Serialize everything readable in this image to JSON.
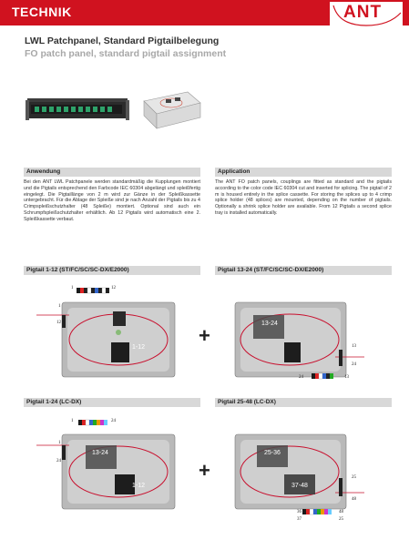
{
  "header": {
    "section_label": "TECHNIK",
    "logo_text": "ANT"
  },
  "titles": {
    "german": "LWL Patchpanel, Standard Pigtailbelegung",
    "english": "FO patch panel, standard pigtail assignment"
  },
  "sections": {
    "anwendung": {
      "heading": "Anwendung",
      "text": "Bei den ANT LWL Patchpanele werden standardmäßig die Kupplungen montiert und die Pigtails entsprechend den Farbcode IEC 60304 abgelängt und spleißfertig eingelegt. Die Pigtaillänge von 2 m wird zur Gänze in der Spleißkassette untergebracht. Für die Ablage der Spleiße sind je nach Anzahl der Pigtails bis zu 4 Crimpspleißschutzhalter (48 Spleiße) montiert. Optional sind auch ein Schrumpfspleißschutzhalter erhältlich. Ab 12 Pigtails wird automatisch eine 2. Spleißkassette verbaut."
    },
    "application": {
      "heading": "Application",
      "text": "The ANT FO patch panels, couplings are fitted as standard and the pigtails according to the color code IEC 60304 cut and inserted for splicing. The pigtail of 2 m is housed entirely in the splice cassette. For storing the splices up to 4 crimp splice holder (48 splices) are mounted, depending on the number of pigtails. Optionally a shrink splice holder are available. From 12 Pigtails a second splice tray is installed automatically."
    }
  },
  "diagrams": [
    {
      "heading": "Pigtail 1-12 (ST/FC/SC/SC-DX/E2000)",
      "labels": [
        "1-12"
      ],
      "numbers": {
        "a": "1",
        "b": "12",
        "c": "1",
        "d": "12"
      }
    },
    {
      "heading": "Pigtail 13-24 (ST/FC/SC/SC-DX/E2000)",
      "labels": [
        "13-24"
      ],
      "numbers": {
        "a": "13",
        "b": "24",
        "c": "24",
        "d": "13"
      }
    },
    {
      "heading": "Pigtail 1-24 (LC-DX)",
      "labels": [
        "13-24",
        "1-12"
      ],
      "numbers": {
        "a": "1",
        "b": "24",
        "c": "1",
        "d": "24"
      }
    },
    {
      "heading": "Pigtail 25-48 (LC-DX)",
      "labels": [
        "25-36",
        "37-48"
      ],
      "numbers": {
        "a": "25",
        "b": "48",
        "c": "36",
        "d": "37",
        "e": "48",
        "f": "25"
      }
    }
  ],
  "plus_sign": "+",
  "colors": {
    "brand_red": "#d0121f",
    "fiber_red": "#c8102e",
    "section_gray": "#d8d8d8"
  }
}
